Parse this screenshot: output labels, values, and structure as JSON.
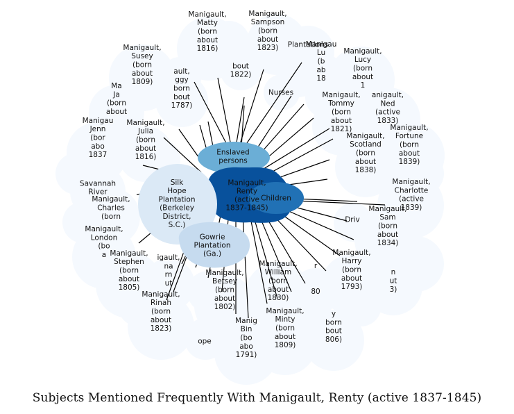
{
  "caption": "Subjects Mentioned Frequently With Manigault, Renty (active 1837-1845)",
  "colors": {
    "outer_cloud": "#f5f9fe",
    "center_node": "#08519c",
    "children_node": "#2171b5",
    "enslaved_node": "#6baed6",
    "silk_hope_node": "#dbe9f6",
    "gowrie_node": "#c6dbef",
    "link": "#000000"
  },
  "center": {
    "label": [
      "Manigault,",
      "Renty",
      "(active",
      "1837-1845)"
    ]
  },
  "hubs": [
    {
      "id": "children",
      "label": [
        "Children"
      ]
    },
    {
      "id": "enslaved_persons",
      "label": [
        "Enslaved",
        "persons"
      ]
    },
    {
      "id": "silk_hope",
      "label": [
        "Silk",
        "Hope",
        "Plantation",
        "(Berkeley",
        "District,",
        "S.C.)"
      ]
    },
    {
      "id": "gowrie",
      "label": [
        "Gowrie",
        "Plantation",
        "(Ga.)"
      ]
    }
  ],
  "peripheral": [
    {
      "id": "sampson",
      "label": [
        "Manigault,",
        "Sampson",
        "(born",
        "about",
        "1823)"
      ]
    },
    {
      "id": "plantations",
      "label": [
        "Plantations"
      ]
    },
    {
      "id": "matty",
      "label": [
        "Manigault,",
        "Matty",
        "(born",
        "about",
        "1816)"
      ]
    },
    {
      "id": "hidden_1822",
      "label": [
        "bout",
        "1822)"
      ]
    },
    {
      "id": "lucy",
      "label": [
        "Manigault,",
        "Lucy",
        "(born",
        "about",
        "1"
      ]
    },
    {
      "id": "hidden_lu",
      "label": [
        "Manigau",
        "Lu",
        "(b",
        "ab",
        "18"
      ]
    },
    {
      "id": "nurses",
      "label": [
        "Nurses"
      ]
    },
    {
      "id": "susey",
      "label": [
        "Manigault,",
        "Susey",
        "(born",
        "about",
        "1809)"
      ]
    },
    {
      "id": "peggy",
      "label": [
        "ault,",
        "ggy",
        "born",
        "bout",
        "1787)"
      ]
    },
    {
      "id": "ned",
      "label": [
        "anigault,",
        "Ned",
        "(active",
        "1833)"
      ]
    },
    {
      "id": "tommy",
      "label": [
        "Manigault,",
        "Tommy",
        "(born",
        "about",
        "1821)"
      ]
    },
    {
      "id": "hidden_jack",
      "label": [
        "Ma",
        "Ja",
        "(born",
        "about"
      ]
    },
    {
      "id": "fortune",
      "label": [
        "Manigault,",
        "Fortune",
        "(born",
        "about",
        "1839)"
      ]
    },
    {
      "id": "jenny",
      "label": [
        "Manigau",
        "Jenn",
        "(bor",
        "abo",
        "1837"
      ]
    },
    {
      "id": "julia",
      "label": [
        "Manigault,",
        "Julia",
        "(born",
        "about",
        "1816)"
      ]
    },
    {
      "id": "scotland",
      "label": [
        "Manigault,",
        "Scotland",
        "(born",
        "about",
        "1838)"
      ]
    },
    {
      "id": "savannah",
      "label": [
        "Savannah",
        "River"
      ]
    },
    {
      "id": "charlotte",
      "label": [
        "Manigault,",
        "Charlotte",
        "(active",
        "1839)"
      ]
    },
    {
      "id": "charles",
      "label": [
        "Manigault,",
        "Charles",
        "(born"
      ]
    },
    {
      "id": "drivers",
      "label": [
        "Driv"
      ]
    },
    {
      "id": "sam",
      "label": [
        "Manigault,",
        "Sam",
        "(born",
        "about",
        "1834)"
      ]
    },
    {
      "id": "london",
      "label": [
        "Manigault,",
        "London",
        "(bo",
        "a"
      ]
    },
    {
      "id": "stephen",
      "label": [
        "Manigault,",
        "Stephen",
        "(born",
        "about",
        "1805)"
      ]
    },
    {
      "id": "hidden_na",
      "label": [
        "igault,",
        "na",
        "rn",
        "ut"
      ]
    },
    {
      "id": "betsey",
      "label": [
        "Manigault,",
        "Betsey",
        "(born",
        "about",
        "1802)"
      ]
    },
    {
      "id": "william",
      "label": [
        "Manigault,",
        "William",
        "(born",
        "about",
        "1830)"
      ]
    },
    {
      "id": "hidden_r",
      "label": [
        "r",
        "",
        "",
        "80"
      ]
    },
    {
      "id": "harry",
      "label": [
        "Manigault,",
        "Harry",
        "(born",
        "about",
        "1793)"
      ]
    },
    {
      "id": "hidden_n",
      "label": [
        "n",
        "ut",
        "3)"
      ]
    },
    {
      "id": "rinah",
      "label": [
        "Manigault,",
        "Rinah",
        "(born",
        "about",
        "1823)"
      ]
    },
    {
      "id": "hidden_ope",
      "label": [
        "ope"
      ]
    },
    {
      "id": "binah",
      "label": [
        "Manig",
        "Bin",
        "(bo",
        "abo",
        "1791)"
      ]
    },
    {
      "id": "minty",
      "label": [
        "Manigault,",
        "Minty",
        "(born",
        "about",
        "1809)"
      ]
    },
    {
      "id": "hidden_1806",
      "label": [
        "y",
        "born",
        "bout",
        "806)"
      ]
    }
  ]
}
